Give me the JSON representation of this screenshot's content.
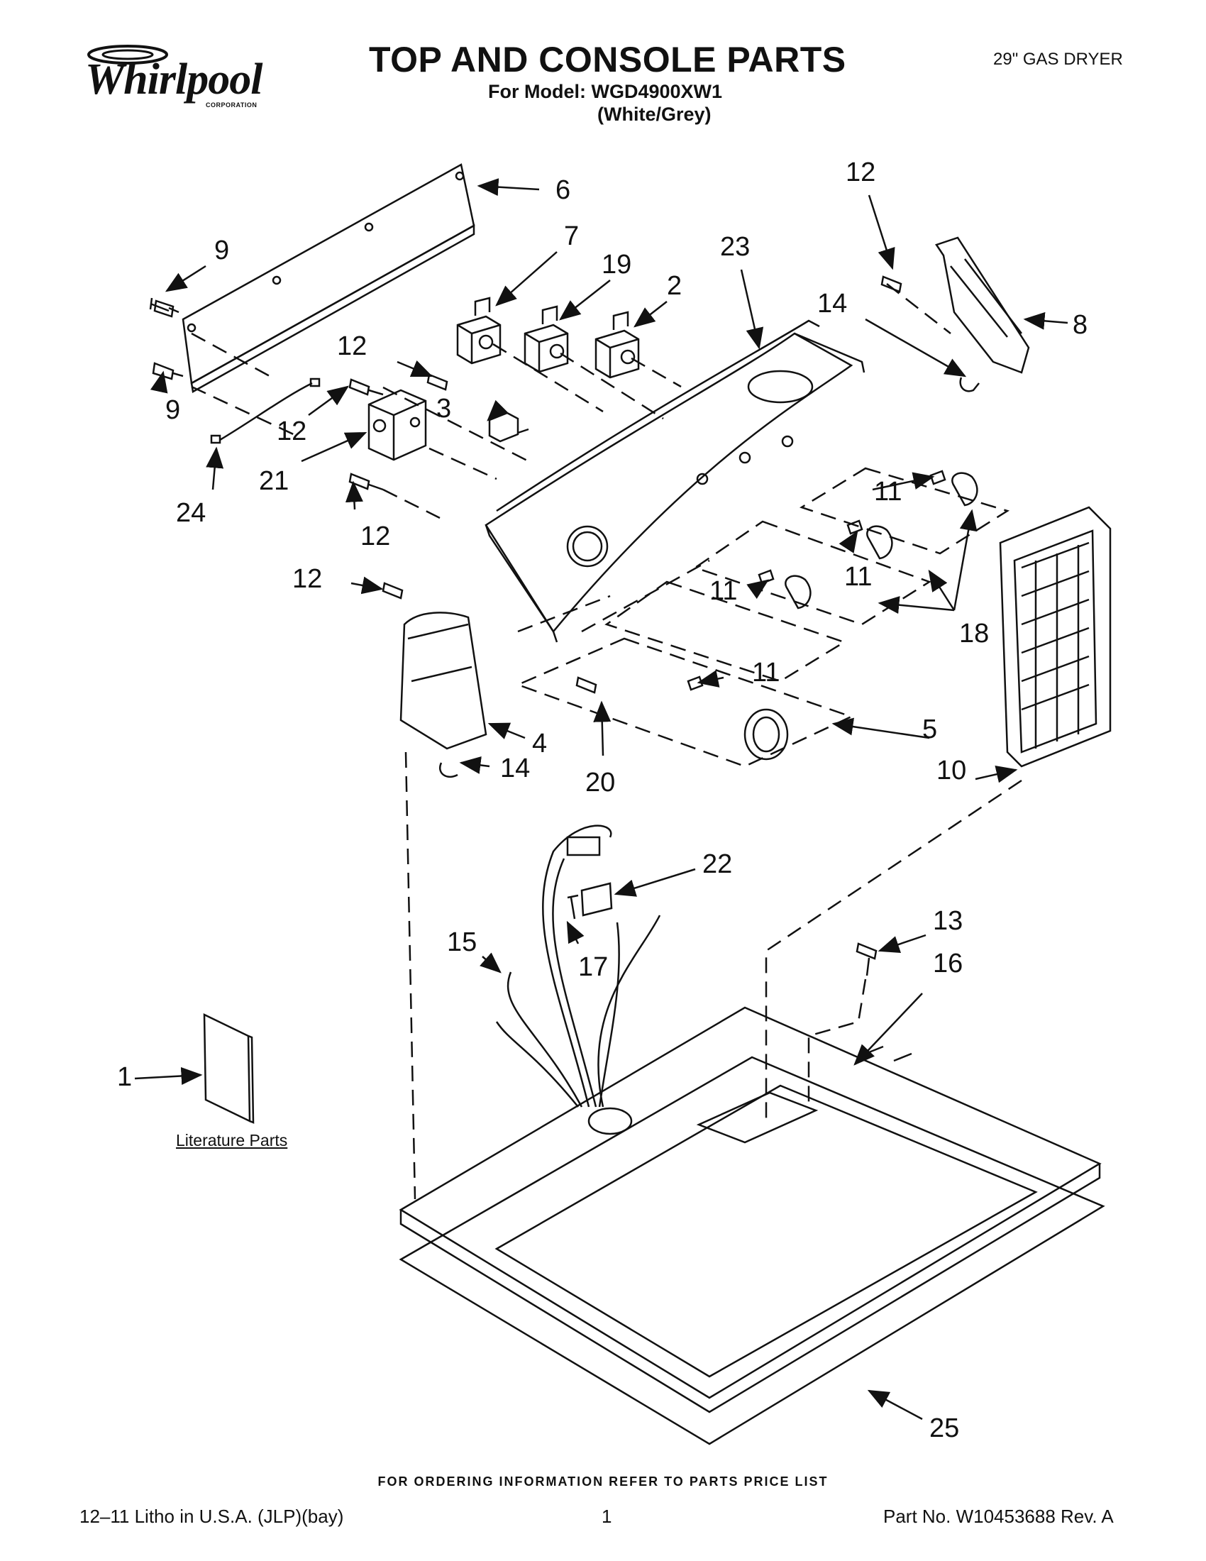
{
  "header": {
    "brand": "Whirlpool",
    "brand_sub": "CORPORATION",
    "title": "TOP AND CONSOLE PARTS",
    "model_line": "For Model: WGD4900XW1",
    "color_line": "(White/Grey)",
    "product": "29\" GAS DRYER"
  },
  "diagram": {
    "literature_label": "Literature Parts",
    "callouts": [
      {
        "id": "c6",
        "text": "6"
      },
      {
        "id": "c9a",
        "text": "9"
      },
      {
        "id": "c9b",
        "text": "9"
      },
      {
        "id": "c7",
        "text": "7"
      },
      {
        "id": "c19",
        "text": "19"
      },
      {
        "id": "c2",
        "text": "2"
      },
      {
        "id": "c23",
        "text": "23"
      },
      {
        "id": "c12a",
        "text": "12"
      },
      {
        "id": "c14a",
        "text": "14"
      },
      {
        "id": "c8",
        "text": "8"
      },
      {
        "id": "c12b",
        "text": "12"
      },
      {
        "id": "c3",
        "text": "3"
      },
      {
        "id": "c12c",
        "text": "12"
      },
      {
        "id": "c21",
        "text": "21"
      },
      {
        "id": "c24",
        "text": "24"
      },
      {
        "id": "c12d",
        "text": "12"
      },
      {
        "id": "c12e",
        "text": "12"
      },
      {
        "id": "c11a",
        "text": "11"
      },
      {
        "id": "c11b",
        "text": "11"
      },
      {
        "id": "c11c",
        "text": "11"
      },
      {
        "id": "c11d",
        "text": "11"
      },
      {
        "id": "c18",
        "text": "18"
      },
      {
        "id": "c4",
        "text": "4"
      },
      {
        "id": "c20",
        "text": "20"
      },
      {
        "id": "c5",
        "text": "5"
      },
      {
        "id": "c10",
        "text": "10"
      },
      {
        "id": "c14b",
        "text": "14"
      },
      {
        "id": "c22",
        "text": "22"
      },
      {
        "id": "c15",
        "text": "15"
      },
      {
        "id": "c17",
        "text": "17"
      },
      {
        "id": "c13",
        "text": "13"
      },
      {
        "id": "c16",
        "text": "16"
      },
      {
        "id": "c1",
        "text": "1"
      },
      {
        "id": "c25",
        "text": "25"
      }
    ]
  },
  "footer": {
    "ordering": "FOR ORDERING INFORMATION REFER TO PARTS PRICE LIST",
    "litho": "12–11 Litho in U.S.A. (JLP)(bay)",
    "page": "1",
    "part_no": "Part No. W10453688 Rev. A"
  }
}
